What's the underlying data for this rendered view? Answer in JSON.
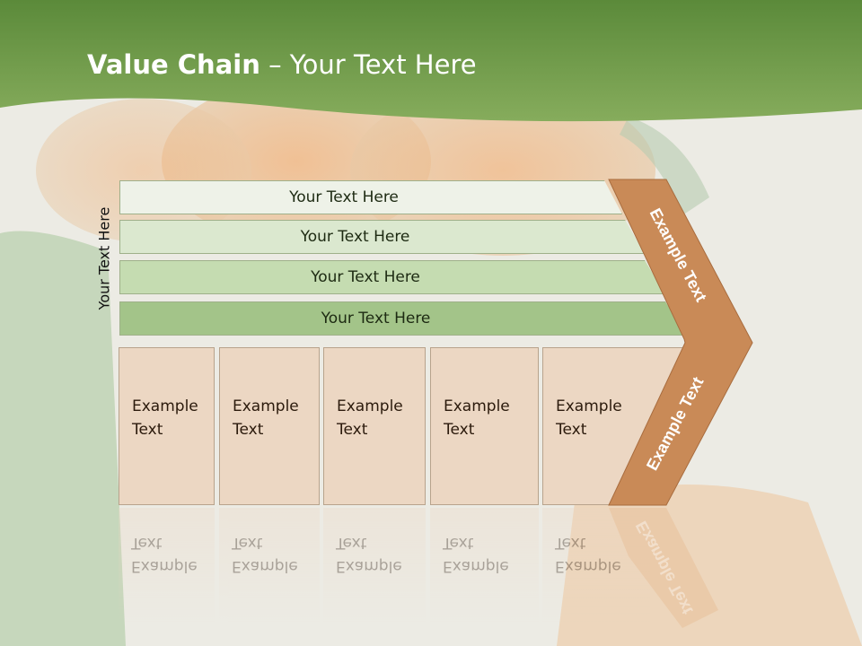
{
  "title": {
    "bold": "Value Chain",
    "rest": " – Your Text Here"
  },
  "side_label": "Your Text Here",
  "support_rows": [
    {
      "label": "Your Text Here",
      "color": "#eef2e8"
    },
    {
      "label": "Your Text Here",
      "color": "#dbe8cf"
    },
    {
      "label": "Your Text Here",
      "color": "#c5dcb1"
    },
    {
      "label": "Your Text Here",
      "color": "#a3c489"
    }
  ],
  "primary_activities": [
    {
      "line1": "Example",
      "line2": "Text"
    },
    {
      "line1": "Example",
      "line2": "Text"
    },
    {
      "line1": "Example",
      "line2": "Text"
    },
    {
      "line1": "Example",
      "line2": "Text"
    },
    {
      "line1": "Example",
      "line2": "Text"
    }
  ],
  "margin_upper": "Example Text",
  "margin_lower": "Example Text",
  "colors": {
    "header_green": "#6e9a47",
    "margin_orange": "#c98a57",
    "activity_fill": "#ecd7c3"
  }
}
